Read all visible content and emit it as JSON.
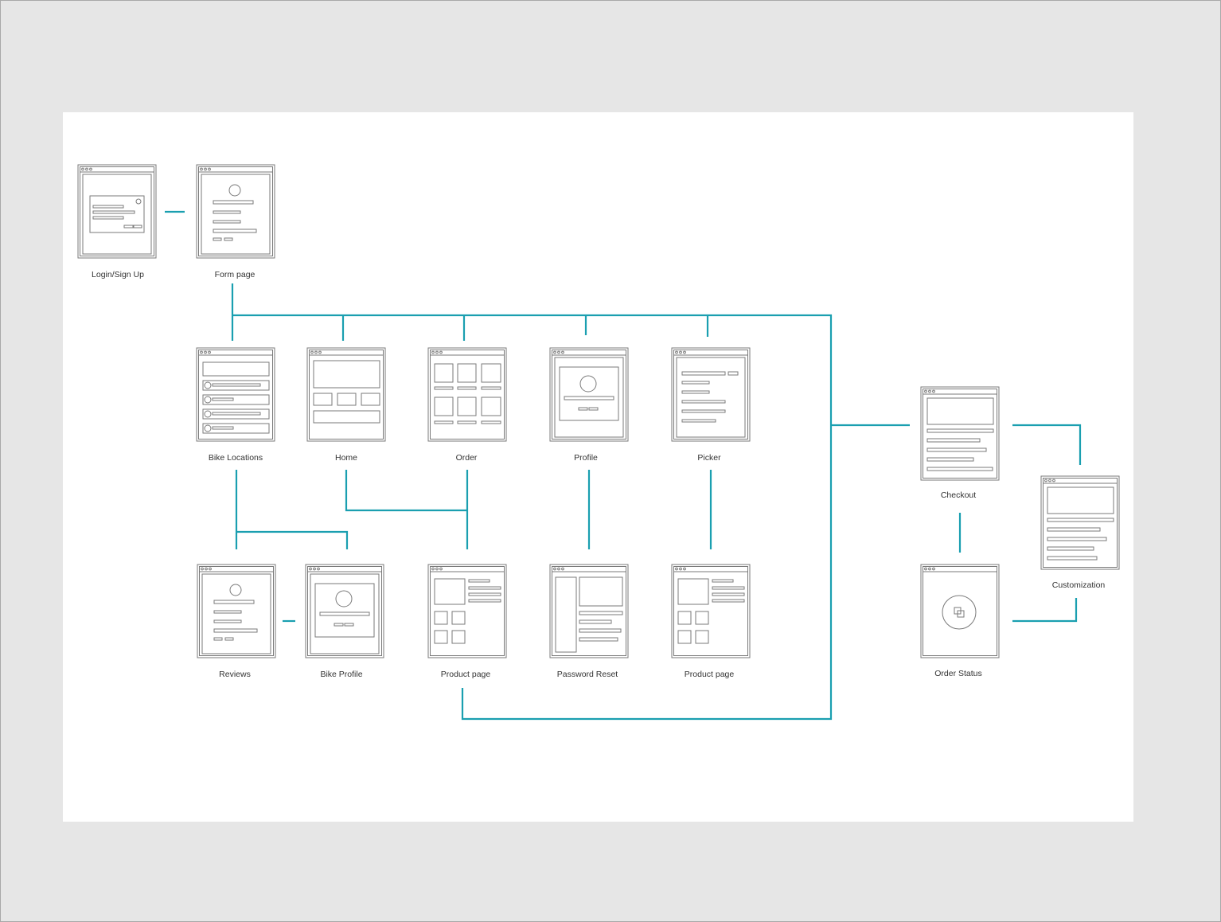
{
  "diagram": {
    "connector_color": "#1a9fb0",
    "wireframe_stroke": "#7a7a7a",
    "nodes": {
      "login": {
        "label": "Login/Sign Up"
      },
      "form": {
        "label": "Form page"
      },
      "bike_locations": {
        "label": "Bike Locations"
      },
      "home": {
        "label": "Home"
      },
      "order": {
        "label": "Order"
      },
      "profile": {
        "label": "Profile"
      },
      "picker": {
        "label": "Picker"
      },
      "checkout": {
        "label": "Checkout"
      },
      "customization": {
        "label": "Customization"
      },
      "reviews": {
        "label": "Reviews"
      },
      "bike_profile": {
        "label": "Bike Profile"
      },
      "product_page_1": {
        "label": "Product page"
      },
      "password_reset": {
        "label": "Password Reset"
      },
      "product_page_2": {
        "label": "Product page"
      },
      "order_status": {
        "label": "Order Status"
      }
    }
  }
}
